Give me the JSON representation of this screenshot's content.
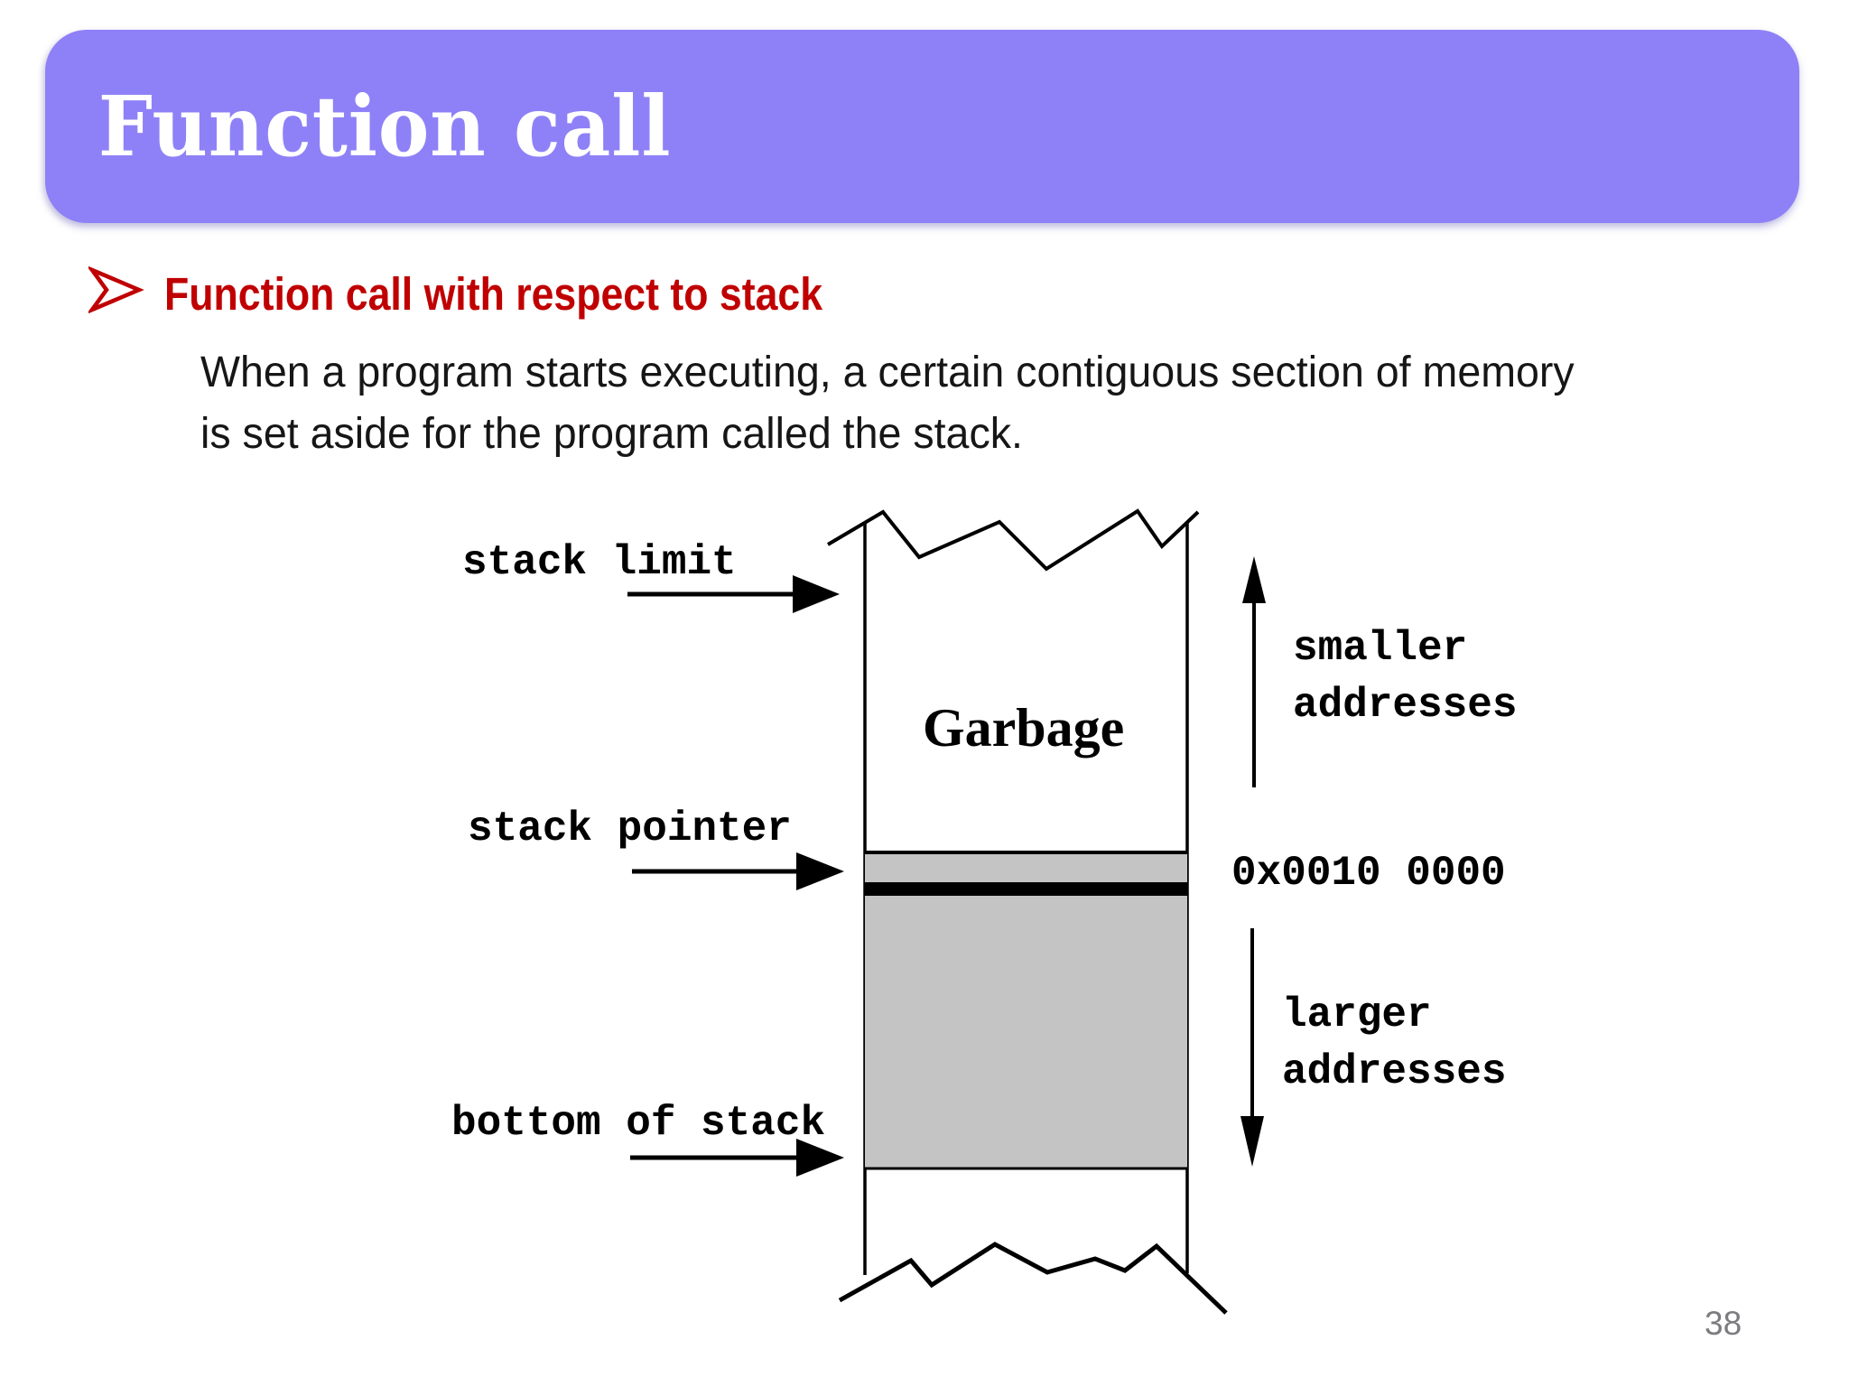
{
  "slide": {
    "title": "Function call",
    "heading": "Function call with respect to stack",
    "body": {
      "line1": "When a program starts executing, a certain contiguous section of memory",
      "line2": "is set aside for the program called the stack."
    },
    "page_number": "38"
  },
  "diagram": {
    "stack_limit_label": "stack limit",
    "stack_pointer_label": "stack pointer",
    "bottom_of_stack_label": "bottom of stack",
    "garbage_label": "Garbage",
    "smaller_addresses": {
      "line1": "smaller",
      "line2": "addresses"
    },
    "address_value": "0x0010 0000",
    "larger_addresses": {
      "line1": "larger",
      "line2": "addresses"
    }
  },
  "icons": {
    "bullet": "arrow-bullet-icon"
  },
  "colors": {
    "banner_purple": "#8e81f7",
    "heading_red": "#c00000",
    "stack_gray": "#c4c4c4",
    "line_black": "#000000",
    "page_number_gray": "#7c7c80"
  }
}
